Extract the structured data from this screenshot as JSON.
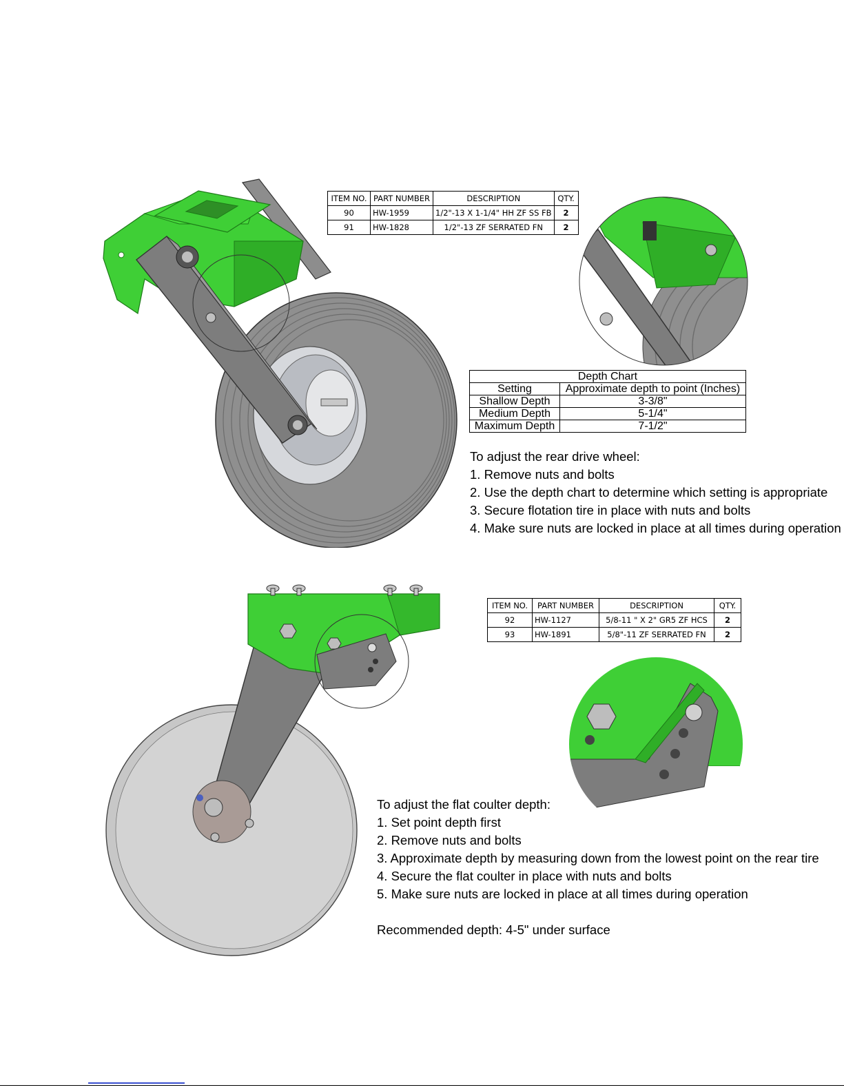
{
  "bom_top": {
    "headers": [
      "ITEM NO.",
      "PART NUMBER",
      "DESCRIPTION",
      "QTY."
    ],
    "rows": [
      [
        "90",
        "HW-1959",
        "1/2\"-13 X 1-1/4\" HH ZF SS FB",
        "2"
      ],
      [
        "91",
        "HW-1828",
        "1/2\"-13 ZF SERRATED FN",
        "2"
      ]
    ]
  },
  "depth_chart": {
    "title": "Depth Chart",
    "headers": [
      "Setting",
      "Approximate depth to point (Inches)"
    ],
    "rows": [
      [
        "Shallow Depth",
        "3-3/8\""
      ],
      [
        "Medium Depth",
        "5-1/4\""
      ],
      [
        "Maximum Depth",
        "7-1/2\""
      ]
    ]
  },
  "rear_wheel_instructions": {
    "heading": "To adjust the rear drive wheel:",
    "steps": [
      "1. Remove nuts and bolts",
      "2. Use the depth chart to determine which setting is appropriate",
      "3. Secure flotation tire in place with nuts and bolts",
      "4. Make sure nuts are locked in place at all times during operation"
    ]
  },
  "bom_bottom": {
    "headers": [
      "ITEM NO.",
      "PART NUMBER",
      "DESCRIPTION",
      "QTY."
    ],
    "rows": [
      [
        "92",
        "HW-1127",
        "5/8-11 \" X 2\" GR5 ZF HCS",
        "2"
      ],
      [
        "93",
        "HW-1891",
        "5/8\"-11 ZF SERRATED FN",
        "2"
      ]
    ]
  },
  "coulter_instructions": {
    "heading": "To adjust the flat coulter depth:",
    "steps": [
      "1. Set point depth first",
      "2. Remove nuts and bolts",
      "3. Approximate depth by measuring down from the lowest point on the rear tire",
      "4. Secure the flat coulter in place with nuts and bolts",
      "5. Make sure nuts are locked in place at all times during operation"
    ],
    "recommendation": "Recommended depth: 4-5\" under surface"
  },
  "colors": {
    "green": "#3fcf36",
    "green_dark": "#28a41f",
    "steel": "#7d7d7d",
    "tire": "#8f8f8f",
    "disc": "#c7c7c7"
  }
}
